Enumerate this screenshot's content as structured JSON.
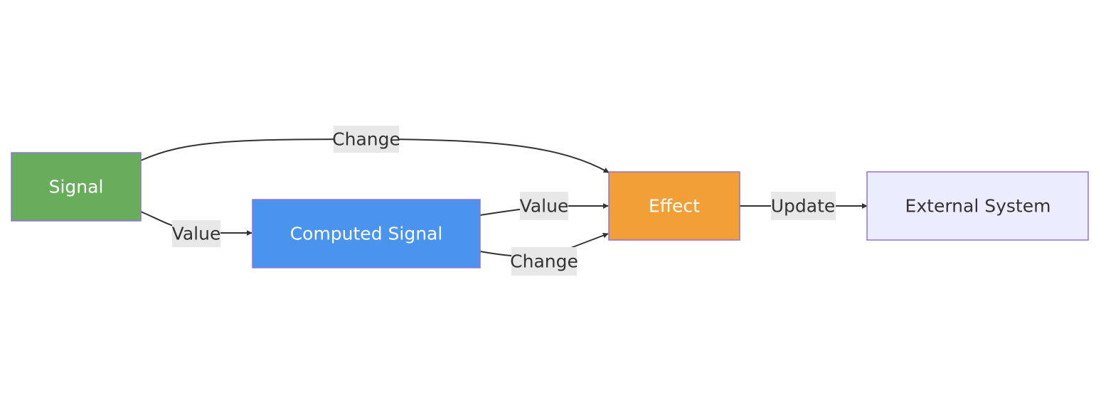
{
  "colors": {
    "edge": "#333333",
    "edge_label_bg": "#e8e8e8",
    "node_border": "#9370db",
    "signal": "#67ad5b",
    "computed": "#4a94ed",
    "effect": "#f29f37",
    "external": "#ececff",
    "light_text": "#ffffff",
    "dark_text": "#333333"
  },
  "nodes": {
    "signal": {
      "label": "Signal"
    },
    "computed": {
      "label": "Computed Signal"
    },
    "effect": {
      "label": "Effect"
    },
    "external": {
      "label": "External System"
    }
  },
  "edges": {
    "signal_to_effect": {
      "label": "Change"
    },
    "signal_to_computed": {
      "label": "Value"
    },
    "computed_to_effect_value": {
      "label": "Value"
    },
    "computed_to_effect_change": {
      "label": "Change"
    },
    "effect_to_external": {
      "label": "Update"
    }
  }
}
